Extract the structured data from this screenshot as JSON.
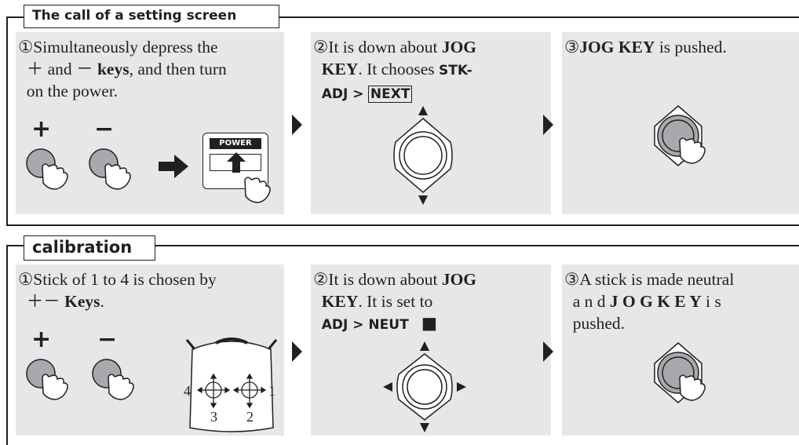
{
  "section1": {
    "heading": "The call of a setting screen",
    "step1": {
      "num": "①",
      "line1": "Simultaneously depress the",
      "plus": "＋",
      "and": "and",
      "minus": "－",
      "keys": "keys",
      "rest": ", and then turn",
      "line3": "on the power."
    },
    "step2": {
      "num": "②",
      "text1": "It is down about",
      "jog1": "JOG",
      "key1": "KEY",
      "text2": ". It chooses",
      "stk": "STK-",
      "adj": "ADJ >",
      "next": "NEXT"
    },
    "step3": {
      "num": "③",
      "jog": "JOG KEY",
      "text": "is pushed."
    },
    "keys_illustration": {
      "plus": "+",
      "minus": "−",
      "power_label": "POWER"
    }
  },
  "section2": {
    "heading": "calibration",
    "step1": {
      "num": "①",
      "line1": "Stick of 1 to 4 is chosen by",
      "pm": "＋－",
      "keys": "Keys",
      "period": "."
    },
    "step2": {
      "num": "②",
      "text1": "It is down about",
      "jog1": "JOG",
      "key1": "KEY",
      "text2": ". It is set to",
      "adj": "ADJ > NEUT",
      "square": "■"
    },
    "step3": {
      "num": "③",
      "line1": "A stick is made neutral",
      "and": "a n d",
      "jogkey": "J O G  K E Y",
      "is": "i s",
      "line3": "pushed."
    },
    "keys_illustration": {
      "plus": "+",
      "minus": "−"
    },
    "stick_labels": {
      "s1": "1",
      "s2": "2",
      "s3": "3",
      "s4": "4"
    }
  }
}
